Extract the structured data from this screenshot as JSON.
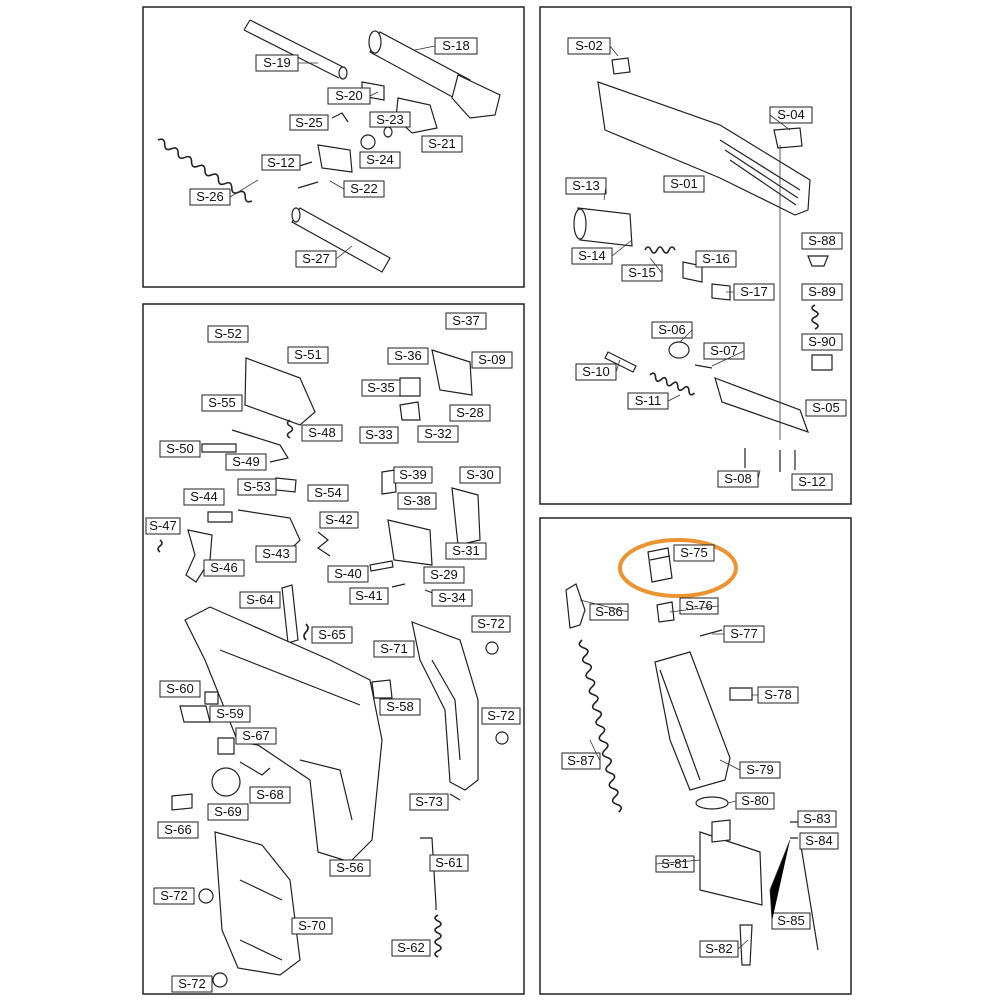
{
  "highlight_color": "#e98a1c",
  "highlight_part": "S-75",
  "panels": [
    {
      "name": "barrel-group",
      "labels": [
        "S-19",
        "S-18",
        "S-20",
        "S-23",
        "S-25",
        "S-21",
        "S-12",
        "S-24",
        "S-22",
        "S-26",
        "S-27"
      ]
    },
    {
      "name": "slide-group",
      "labels": [
        "S-02",
        "S-04",
        "S-13",
        "S-01",
        "S-14",
        "S-16",
        "S-15",
        "S-17",
        "S-88",
        "S-89",
        "S-90",
        "S-06",
        "S-07",
        "S-10",
        "S-11",
        "S-05",
        "S-08",
        "S-12"
      ]
    },
    {
      "name": "frame-group",
      "labels": [
        "S-52",
        "S-51",
        "S-37",
        "S-36",
        "S-09",
        "S-35",
        "S-28",
        "S-55",
        "S-48",
        "S-33",
        "S-32",
        "S-50",
        "S-49",
        "S-39",
        "S-30",
        "S-53",
        "S-54",
        "S-38",
        "S-44",
        "S-42",
        "S-47",
        "S-43",
        "S-31",
        "S-46",
        "S-40",
        "S-29",
        "S-41",
        "S-34",
        "S-64",
        "S-65",
        "S-72",
        "S-71",
        "S-60",
        "S-59",
        "S-58",
        "S-72",
        "S-67",
        "S-68",
        "S-69",
        "S-73",
        "S-66",
        "S-56",
        "S-61",
        "S-72",
        "S-70",
        "S-62",
        "S-72"
      ]
    },
    {
      "name": "magazine-group",
      "labels": [
        "S-75",
        "S-76",
        "S-86",
        "S-77",
        "S-78",
        "S-87",
        "S-79",
        "S-80",
        "S-83",
        "S-84",
        "S-81",
        "S-85",
        "S-82"
      ]
    }
  ]
}
